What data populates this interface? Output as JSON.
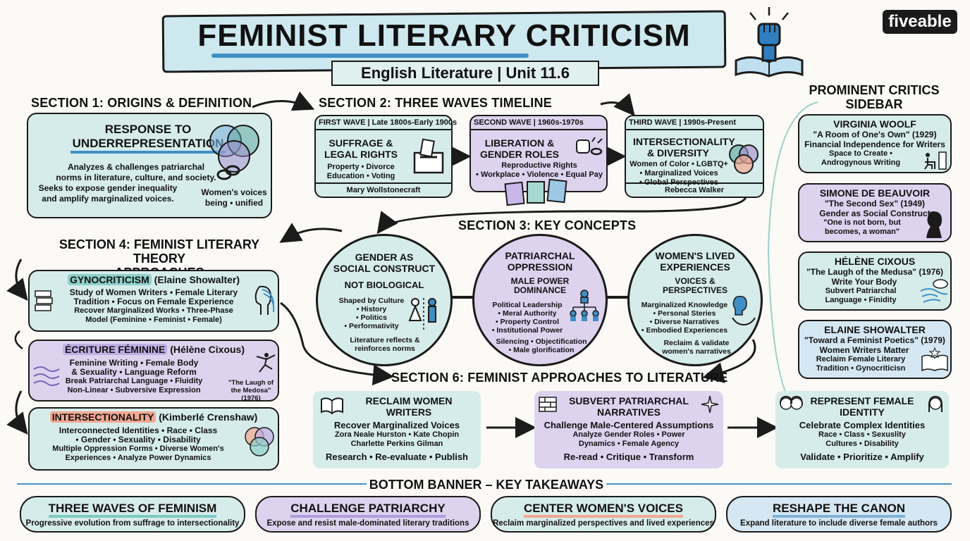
{
  "header": {
    "title": "FEMINIST LITERARY CRITICISM",
    "subtitle": "English Literature | Unit 11.6",
    "brand": "fiveable",
    "icon": "raised-fist-book-icon"
  },
  "section1": {
    "heading": "SECTION 1: ORIGINS & DEFINITION",
    "card_title_1": "RESPONSE TO",
    "card_title_2": "UNDERREPRESENTATION",
    "body_1": "Analyzes & challenges patriarchal",
    "body_2": "norms in literature, culture, and society.",
    "body_3": "Seeks to expose gender inequality",
    "body_4": "and amplify marginalized voices.",
    "caption_1": "Women's voices",
    "caption_2": "being • unified"
  },
  "section2": {
    "heading": "SECTION 2: THREE WAVES TIMELINE",
    "waves": [
      {
        "label": "FIRST WAVE | Late 1800s-Early 1900s",
        "title_1": "SUFFRAGE &",
        "title_2": "LEGAL RIGHTS",
        "line_1": "Property • Divorce",
        "line_2": "Education • Voting",
        "line_3": "",
        "footer": "Mary Wollstonecraft"
      },
      {
        "label": "SECOND WAVE | 1960s-1970s",
        "title_1": "LIBERATION &",
        "title_2": "GENDER ROLES",
        "line_1": "Reproductive Rights",
        "line_2": "• Workplace • Violence • Equal Pay",
        "line_3": "",
        "footer": ""
      },
      {
        "label": "THIRD WAVE | 1990s-Present",
        "title_1": "INTERSECTIONALITY",
        "title_2": "& DIVERSITY",
        "line_1": "Women of Color • LGBTQ+",
        "line_2": "• Marginalized Voices",
        "line_3": "• Global Perspectives",
        "footer": "Rebecca Walker"
      }
    ]
  },
  "section3": {
    "heading": "SECTION 3: KEY CONCEPTS",
    "concepts": [
      {
        "title_1": "GENDER AS",
        "title_2": "SOCIAL CONSTRUCT",
        "sub_1": "NOT BIOLOGICAL",
        "sub_2": "",
        "l1": "Shaped by Culture",
        "l2": "• History",
        "l3": "• Politics",
        "l4": "• Performativity",
        "l5": "",
        "f1": "Literature reflects &",
        "f2": "reinforces norms"
      },
      {
        "title_1": "PATRIARCHAL",
        "title_2": "OPPRESSION",
        "sub_1": "MALE POWER",
        "sub_2": "DOMINANCE",
        "l1": "Political Leadership",
        "l2": "• Meral Authority",
        "l3": "• Property Control",
        "l4": "• Institutional Power",
        "l5": "",
        "f1": "Silencing • Objectification",
        "f2": "• Male glorification"
      },
      {
        "title_1": "WOMEN'S LIVED",
        "title_2": "EXPERIENCES",
        "sub_1": "VOICES &",
        "sub_2": "PERSPECTIVES",
        "l1": "Marginalized Knowledge",
        "l2": "• Personal Steries",
        "l3": "• Diverse Narratives",
        "l4": "• Embodied Experiences",
        "l5": "",
        "f1": "Reclaim & validate",
        "f2": "women's narratives"
      }
    ]
  },
  "section4": {
    "heading_1": "SECTION 4: FEMINIST LITERARY THEORY",
    "heading_2": "APPROACHES",
    "approaches": [
      {
        "name": "GYNOCRITICISM",
        "who": " (Elaine Showalter)",
        "l1": "Study of Women Writers • Female Literary",
        "l2": "Tradition • Focus on Female Experience",
        "l3": "Recover Marginalized Works • Three-Phase",
        "l4": "Model (Feminine • Feminist • Female)",
        "note": ""
      },
      {
        "name": "ÉCRITURE FÉMININE",
        "who": " (Hélène Cixous)",
        "l1": "Feminine Writing • Female Body",
        "l2": "& Sexuality • Language Reform",
        "l3": "Break Patriarchal Language • Fluidity",
        "l4": "Non-Linear • Subversive Expression",
        "note": "\"The Laugh of the Medosa\" (1976)"
      },
      {
        "name": "INTERSECTIONALITY",
        "who": " (Kimberlé Crenshaw)",
        "l1": "Interconnected Identities • Race • Class",
        "l2": "• Gender • Sexuality • Disability",
        "l3": "Multiple Oppression Forms • Diverse Women's",
        "l4": "Experiences • Analyze Power Dynamics",
        "note": ""
      }
    ]
  },
  "critics": {
    "heading_1": "PROMINENT CRITICS",
    "heading_2": "SIDEBAR",
    "items": [
      {
        "name": "VIRGINIA WOOLF",
        "work": "\"A Room of One's Own\" (1929)",
        "idea": "Financial Independence for Writers",
        "s1": "Space to Create •",
        "s2": "Androgynous Writing"
      },
      {
        "name": "SIMONE DE BEAUVOIR",
        "work": "\"The Second Sex\" (1949)",
        "idea": "Gender as Social Construct",
        "s1": "\"One is not born, but",
        "s2": "becomes, a woman\""
      },
      {
        "name": "HÉLÈNE CIXOUS",
        "work": "\"The Laugh of the Medusa\" (1976)",
        "idea": "Write Your Body",
        "s1": "Subvert Patriarchal",
        "s2": "Language • Finidity"
      },
      {
        "name": "ELAINE SHOWALTER",
        "work": "\"Toward a Feminist Poetics\" (1979)",
        "idea": "Women Writers Matter",
        "s1": "Reclaim Female Literary",
        "s2": "Tradition • Gynocriticisn"
      }
    ]
  },
  "section6": {
    "heading": "SECTION 6: FEMINIST APPROACHES TO LITERATURE",
    "cards": [
      {
        "t1": "RECLAIM WOMEN",
        "t2": "WRITERS",
        "main": "Recover Marginalized Voices",
        "l1": "Zora Neale Hurston • Kate Chopin",
        "l2": "Charlette Perkins Gilman",
        "action": "Research • Re-evaluate • Publish"
      },
      {
        "t1": "SUBVERT PATRIARCHAL",
        "t2": "NARRATIVES",
        "main": "Challenge Male-Centered Assumptions",
        "l1": "Analyze Gender Roles • Power",
        "l2": "Dynamics • Female Agency",
        "action": "Re-read • Critique • Transform"
      },
      {
        "t1": "REPRESENT FEMALE",
        "t2": "IDENTITY",
        "main": "Celebrate Complex Identities",
        "l1": "Race • Class • Sexuslity",
        "l2": "Cultures • Disability",
        "action": "Validate • Prioritize • Amplify"
      }
    ]
  },
  "banner": {
    "heading": "BOTTOM BANNER – KEY TAKEAWAYS",
    "items": [
      {
        "title": "THREE WAVES OF FEMINISM",
        "text": "Progressive evolution from suffrage to intersectionality"
      },
      {
        "title": "CHALLENGE PATRIARCHY",
        "text": "Expose and resist male-dominated literary traditions"
      },
      {
        "title": "CENTER WOMEN'S VOICES",
        "text": "Reclaim marginalized perspectives and lived experiences"
      },
      {
        "title": "RESHAPE THE CANON",
        "text": "Expand literature to include diverse female authors"
      }
    ]
  },
  "colors": {
    "teal": "#d6ecea",
    "purple": "#ddd3ee",
    "blue": "#d5e7f3",
    "ink": "#1b1b1b"
  }
}
